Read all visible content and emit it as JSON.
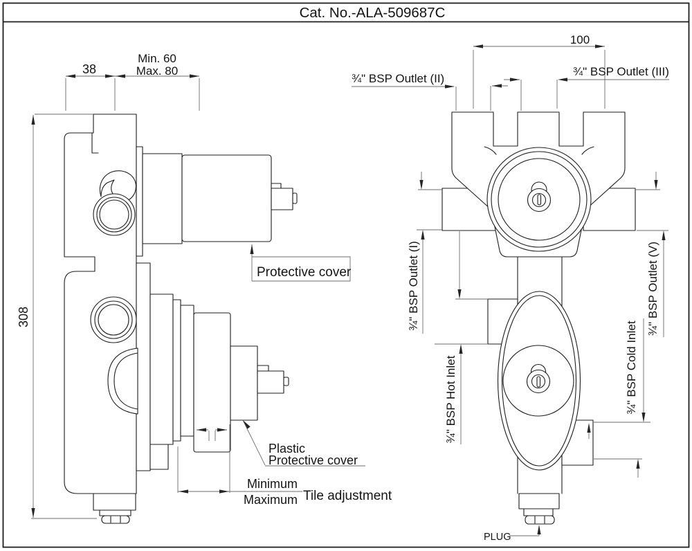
{
  "title": "Cat. No.-ALA-509687C",
  "colors": {
    "background": "#ffffff",
    "part_line": "#1d1d1d",
    "dimension_line": "#6b6b6b",
    "text": "#141414"
  },
  "side_view": {
    "dim_body_width": "38",
    "dim_depth_min": "Min. 60",
    "dim_depth_max": "Max. 80",
    "dim_height": "308",
    "label_protective_cover": "Protective cover",
    "label_plastic_line1": "Plastic",
    "label_plastic_line2": "Protective cover",
    "label_minimum": "Minimum",
    "label_maximum": "Maximum",
    "label_tile_adjustment": "Tile adjustment"
  },
  "front_view": {
    "dim_outlet_spacing": "100",
    "label_outlet_2": "¾\" BSP Outlet (II)",
    "label_outlet_3": "¾\" BSP Outlet (III)",
    "label_outlet_1": "¾\" BSP Outlet (I)",
    "label_outlet_5": "¾\" BSP Outlet (V)",
    "label_hot_inlet": "¾\" BSP Hot Inlet",
    "label_cold_inlet": "¾\" BSP Cold Inlet",
    "label_plug": "PLUG"
  }
}
